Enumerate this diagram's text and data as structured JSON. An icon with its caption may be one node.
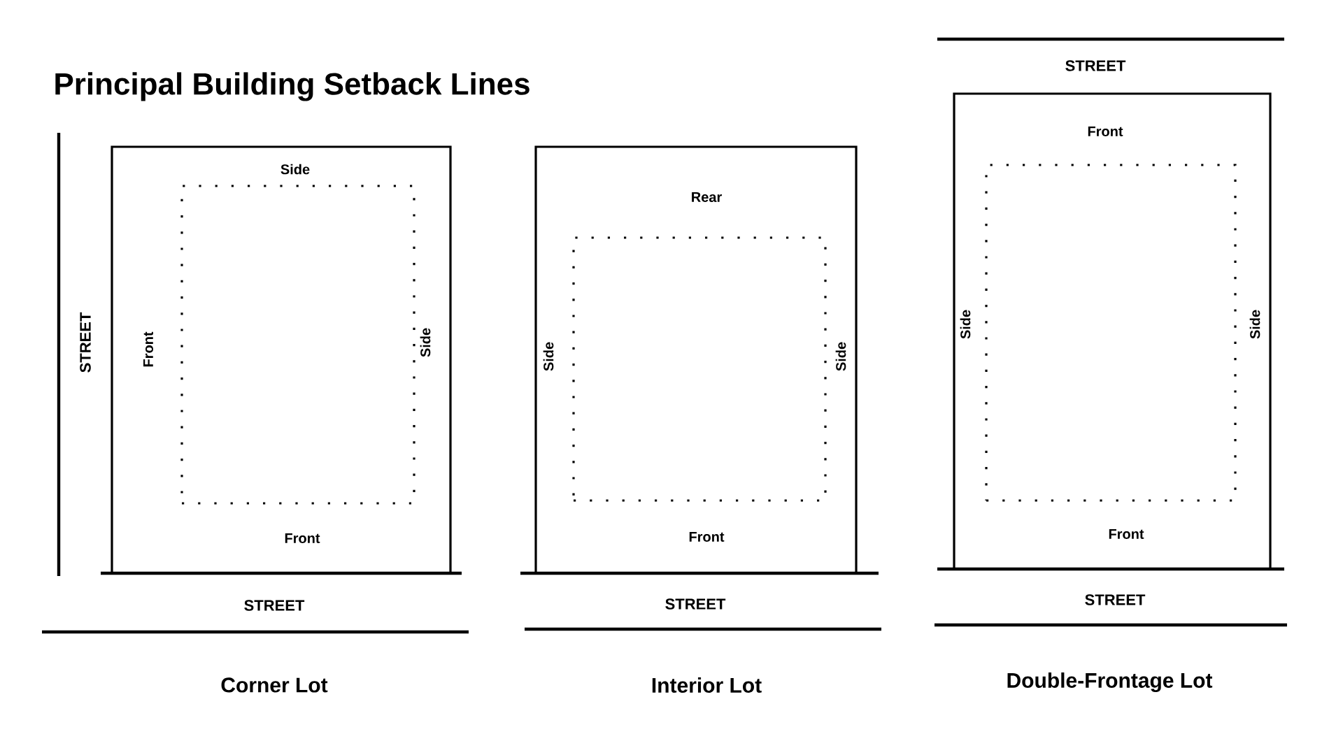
{
  "diagram": {
    "title": "Principal Building Setback Lines",
    "nodes": [
      {
        "text": [
          "Side",
          "Front",
          "Side",
          "Front"
        ]
      },
      {
        "text": [],
        "shape": "box",
        "in": 0
      },
      {
        "text": [
          "Rear",
          "Side",
          "Side",
          "Front"
        ]
      },
      {
        "text": [],
        "shape": "box",
        "in": 2
      },
      {
        "text": [
          "Front",
          "Side",
          "Side",
          "Front"
        ]
      },
      {
        "text": [],
        "shape": "box",
        "in": 4
      }
    ],
    "edges": [],
    "labels": [
      "STREET",
      "STREET",
      "STREET",
      "STREET",
      "STREET",
      "Corner Lot",
      "Interior Lot",
      "Double-Frontage Lot"
    ]
  }
}
